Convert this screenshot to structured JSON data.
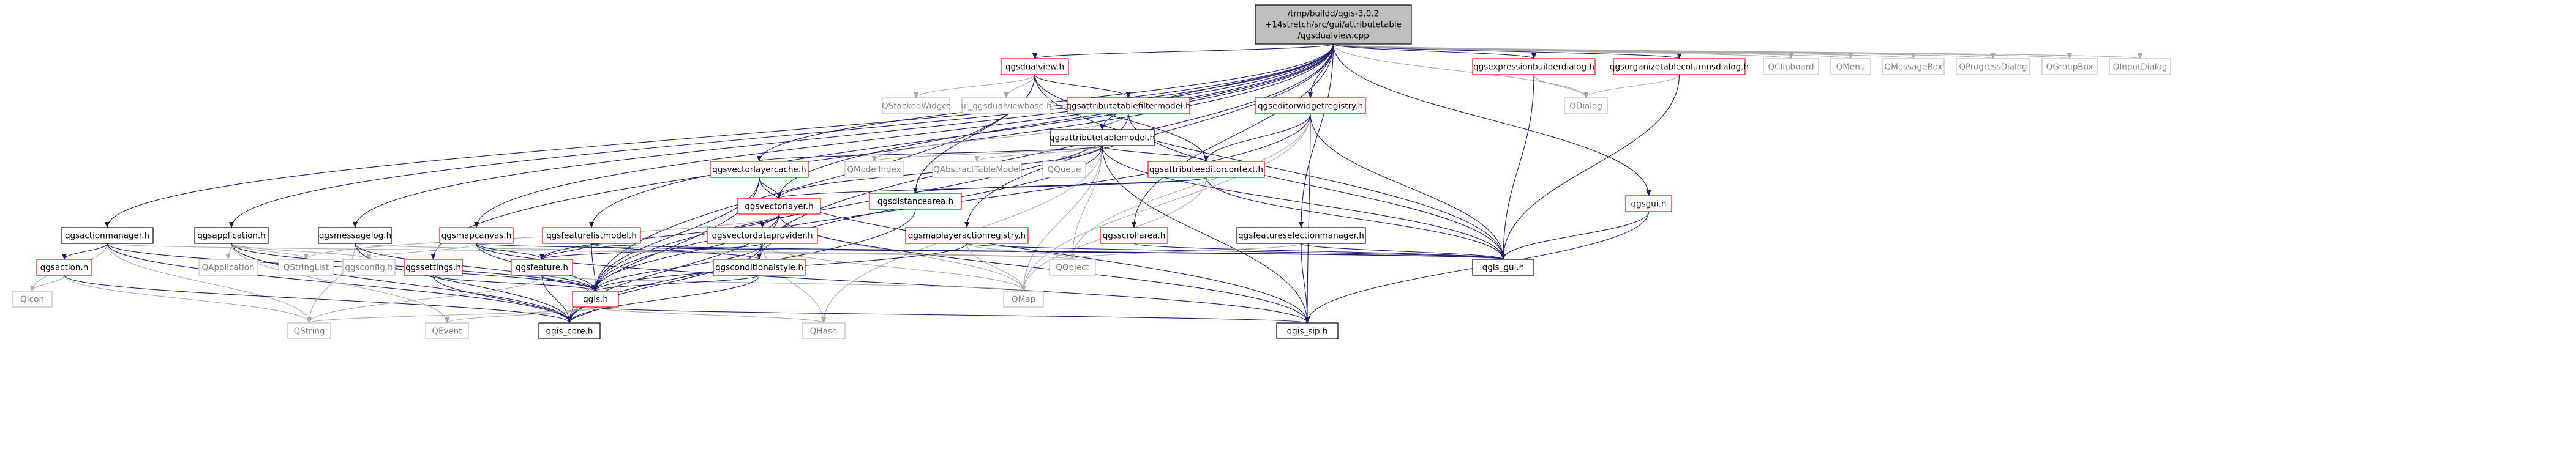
{
  "colors": {
    "edge_blue": "#191970",
    "edge_gray": "#a9a9a9",
    "edge_red": "#8b1a1a",
    "root_fill": "#bfbfbf",
    "border_black": "#000000",
    "border_red": "#ff0000",
    "border_gray": "#bfbfbf",
    "text_black": "#000000",
    "text_gray": "#808080"
  },
  "nodes": [
    {
      "id": "root",
      "lines": [
        "/tmp/buildd/qgis-3.0.2",
        "+14stretch/src/gui/attributetable",
        "/qgsdualview.cpp"
      ],
      "style": "root"
    },
    {
      "id": "qgsdualview_h",
      "lines": [
        "qgsdualview.h"
      ],
      "style": "red"
    },
    {
      "id": "qgsexpressionbuilderdialog_h",
      "lines": [
        "qgsexpressionbuilderdialog.h"
      ],
      "style": "red"
    },
    {
      "id": "qgsorganizetablecolumnsdialog_h",
      "lines": [
        "qgsorganizetablecolumnsdialog.h"
      ],
      "style": "red"
    },
    {
      "id": "QClipboard",
      "lines": [
        "QClipboard"
      ],
      "style": "gray"
    },
    {
      "id": "QMenu",
      "lines": [
        "QMenu"
      ],
      "style": "gray"
    },
    {
      "id": "QMessageBox",
      "lines": [
        "QMessageBox"
      ],
      "style": "gray"
    },
    {
      "id": "QProgressDialog",
      "lines": [
        "QProgressDialog"
      ],
      "style": "gray"
    },
    {
      "id": "QGroupBox",
      "lines": [
        "QGroupBox"
      ],
      "style": "gray"
    },
    {
      "id": "QInputDialog",
      "lines": [
        "QInputDialog"
      ],
      "style": "gray"
    },
    {
      "id": "QStackedWidget",
      "lines": [
        "QStackedWidget"
      ],
      "style": "gray"
    },
    {
      "id": "ui_qgsdualviewbase_h",
      "lines": [
        "ui_qgsdualviewbase.h"
      ],
      "style": "gray"
    },
    {
      "id": "qgsattributetablefiltermodel_h",
      "lines": [
        "qgsattributetablefiltermodel.h"
      ],
      "style": "red"
    },
    {
      "id": "QDialog",
      "lines": [
        "QDialog"
      ],
      "style": "gray"
    },
    {
      "id": "qgseditorwidgetregistry_h",
      "lines": [
        "qgseditorwidgetregistry.h"
      ],
      "style": "red"
    },
    {
      "id": "qgsgui_h",
      "lines": [
        "qgsgui.h"
      ],
      "style": "red"
    },
    {
      "id": "qgsattributetablemodel_h",
      "lines": [
        "qgsattributetablemodel.h"
      ],
      "style": "black"
    },
    {
      "id": "qgsvectorlayercache_h",
      "lines": [
        "qgsvectorlayercache.h"
      ],
      "style": "red"
    },
    {
      "id": "QModelIndex",
      "lines": [
        "QModelIndex"
      ],
      "style": "gray"
    },
    {
      "id": "QAbstractTableModel",
      "lines": [
        "QAbstractTableModel"
      ],
      "style": "gray"
    },
    {
      "id": "QQueue",
      "lines": [
        "QQueue"
      ],
      "style": "gray"
    },
    {
      "id": "qgsattributeeditorcontext_h",
      "lines": [
        "qgsattributeeditorcontext.h"
      ],
      "style": "red"
    },
    {
      "id": "qgsdistancearea_h",
      "lines": [
        "qgsdistancearea.h"
      ],
      "style": "red"
    },
    {
      "id": "qgsvectorlayer_h",
      "lines": [
        "qgsvectorlayer.h"
      ],
      "style": "red"
    },
    {
      "id": "qgsactionmanager_h",
      "lines": [
        "qgsactionmanager.h"
      ],
      "style": "black"
    },
    {
      "id": "qgsapplication_h",
      "lines": [
        "qgsapplication.h"
      ],
      "style": "black"
    },
    {
      "id": "qgsmessagelog_h",
      "lines": [
        "qgsmessagelog.h"
      ],
      "style": "black"
    },
    {
      "id": "qgsmapcanvas_h",
      "lines": [
        "qgsmapcanvas.h"
      ],
      "style": "red"
    },
    {
      "id": "qgsfeaturelistmodel_h",
      "lines": [
        "qgsfeaturelistmodel.h"
      ],
      "style": "red"
    },
    {
      "id": "qgsvectordataprovider_h",
      "lines": [
        "qgsvectordataprovider.h"
      ],
      "style": "red"
    },
    {
      "id": "qgsmaplayeractionregistry_h",
      "lines": [
        "qgsmaplayeractionregistry.h"
      ],
      "style": "red"
    },
    {
      "id": "qgsscrollarea_h",
      "lines": [
        "qgsscrollarea.h"
      ],
      "style": "red"
    },
    {
      "id": "qgsfeatureselectionmanager_h",
      "lines": [
        "qgsfeatureselectionmanager.h"
      ],
      "style": "black"
    },
    {
      "id": "qgsaction_h",
      "lines": [
        "qgsaction.h"
      ],
      "style": "red"
    },
    {
      "id": "QApplication",
      "lines": [
        "QApplication"
      ],
      "style": "gray"
    },
    {
      "id": "QStringList",
      "lines": [
        "QStringList"
      ],
      "style": "gray"
    },
    {
      "id": "qgsconfig_h",
      "lines": [
        "qgsconfig.h"
      ],
      "style": "gray"
    },
    {
      "id": "qgssettings_h",
      "lines": [
        "qgssettings.h"
      ],
      "style": "red"
    },
    {
      "id": "qgsfeature_h",
      "lines": [
        "qgsfeature.h"
      ],
      "style": "red"
    },
    {
      "id": "qgsconditionalstyle_h",
      "lines": [
        "qgsconditionalstyle.h"
      ],
      "style": "red"
    },
    {
      "id": "QObject",
      "lines": [
        "QObject"
      ],
      "style": "gray"
    },
    {
      "id": "qgis_gui_h",
      "lines": [
        "qgis_gui.h"
      ],
      "style": "black"
    },
    {
      "id": "QIcon",
      "lines": [
        "QIcon"
      ],
      "style": "gray"
    },
    {
      "id": "qgis_h",
      "lines": [
        "qgis.h"
      ],
      "style": "red"
    },
    {
      "id": "QMap",
      "lines": [
        "QMap"
      ],
      "style": "gray"
    },
    {
      "id": "QString",
      "lines": [
        "QString"
      ],
      "style": "gray"
    },
    {
      "id": "QEvent",
      "lines": [
        "QEvent"
      ],
      "style": "gray"
    },
    {
      "id": "qgis_core_h",
      "lines": [
        "qgis_core.h"
      ],
      "style": "black"
    },
    {
      "id": "QHash",
      "lines": [
        "QHash"
      ],
      "style": "gray"
    },
    {
      "id": "qgis_sip_h",
      "lines": [
        "qgis_sip.h"
      ],
      "style": "black"
    }
  ],
  "edges": [
    [
      "root",
      "qgsdualview_h"
    ],
    [
      "root",
      "qgsexpressionbuilderdialog_h"
    ],
    [
      "root",
      "qgsorganizetablecolumnsdialog_h"
    ],
    [
      "root",
      "QClipboard"
    ],
    [
      "root",
      "QMenu"
    ],
    [
      "root",
      "QMessageBox"
    ],
    [
      "root",
      "QProgressDialog"
    ],
    [
      "root",
      "QGroupBox"
    ],
    [
      "root",
      "QInputDialog"
    ],
    [
      "root",
      "qgsattributetablemodel_h"
    ],
    [
      "root",
      "qgseditorwidgetregistry_h"
    ],
    [
      "root",
      "qgsgui_h"
    ],
    [
      "root",
      "QDialog"
    ],
    [
      "root",
      "qgsvectorlayercache_h"
    ],
    [
      "root",
      "qgsvectorlayer_h"
    ],
    [
      "root",
      "qgsactionmanager_h"
    ],
    [
      "root",
      "qgsapplication_h"
    ],
    [
      "root",
      "qgsmessagelog_h"
    ],
    [
      "root",
      "qgsmapcanvas_h"
    ],
    [
      "root",
      "qgsfeaturelistmodel_h"
    ],
    [
      "root",
      "qgsmaplayeractionregistry_h"
    ],
    [
      "root",
      "qgsscrollarea_h"
    ],
    [
      "root",
      "qgsfeatureselectionmanager_h"
    ],
    [
      "root",
      "qgssettings_h"
    ],
    [
      "root",
      "qgsconditionalstyle_h"
    ],
    [
      "qgsdualview_h",
      "QStackedWidget"
    ],
    [
      "qgsdualview_h",
      "ui_qgsdualviewbase_h"
    ],
    [
      "qgsdualview_h",
      "qgsattributetablefiltermodel_h"
    ],
    [
      "qgsdualview_h",
      "qgsattributeeditorcontext_h"
    ],
    [
      "qgsdualview_h",
      "qgsdistancearea_h"
    ],
    [
      "qgsdualview_h",
      "qgis_gui_h"
    ],
    [
      "qgsdualview_h",
      "qgis_h"
    ],
    [
      "qgsattributetablefiltermodel_h",
      "qgsattributetablemodel_h"
    ],
    [
      "qgsattributetablefiltermodel_h",
      "QModelIndex"
    ],
    [
      "qgsattributetablefiltermodel_h",
      "qgis_gui_h"
    ],
    [
      "qgsattributetablefiltermodel_h",
      "qgis_h"
    ],
    [
      "qgsattributetablemodel_h",
      "QModelIndex"
    ],
    [
      "qgsattributetablemodel_h",
      "QAbstractTableModel"
    ],
    [
      "qgsattributetablemodel_h",
      "QQueue"
    ],
    [
      "qgsattributetablemodel_h",
      "qgsvectorlayercache_h"
    ],
    [
      "qgsattributetablemodel_h",
      "qgsattributeeditorcontext_h"
    ],
    [
      "qgsattributetablemodel_h",
      "qgsvectorlayer_h"
    ],
    [
      "qgsattributetablemodel_h",
      "qgsconditionalstyle_h"
    ],
    [
      "qgsattributetablemodel_h",
      "QObject"
    ],
    [
      "qgsattributetablemodel_h",
      "qgis_gui_h"
    ],
    [
      "qgsattributetablemodel_h",
      "QMap"
    ],
    [
      "qgsattributetablemodel_h",
      "QHash"
    ],
    [
      "qgsattributetablemodel_h",
      "qgis_sip_h"
    ],
    [
      "qgsvectorlayercache_h",
      "qgsvectorlayer_h"
    ],
    [
      "qgsvectorlayercache_h",
      "qgis_core_h"
    ],
    [
      "qgsvectorlayercache_h",
      "qgis_h"
    ],
    [
      "qgsvectorlayercache_h",
      "qgis_sip_h"
    ],
    [
      "qgsattributeeditorcontext_h",
      "qgsdistancearea_h"
    ],
    [
      "qgsattributeeditorcontext_h",
      "qgsvectorlayer_h"
    ],
    [
      "qgsattributeeditorcontext_h",
      "qgis_gui_h"
    ],
    [
      "qgsattributeeditorcontext_h",
      "QMap"
    ],
    [
      "qgsdistancearea_h",
      "qgis_core_h"
    ],
    [
      "qgsvectorlayer_h",
      "qgsfeature_h"
    ],
    [
      "qgsvectorlayer_h",
      "qgsvectordataprovider_h"
    ],
    [
      "qgsvectorlayer_h",
      "QMap"
    ],
    [
      "qgsvectorlayer_h",
      "QStringList"
    ],
    [
      "qgsvectorlayer_h",
      "qgis_core_h"
    ],
    [
      "qgsvectorlayer_h",
      "qgis_h"
    ],
    [
      "qgsvectorlayer_h",
      "qgis_sip_h"
    ],
    [
      "qgsvectordataprovider_h",
      "qgsfeature_h"
    ],
    [
      "qgsvectordataprovider_h",
      "QHash"
    ],
    [
      "qgsvectordataprovider_h",
      "QMap"
    ],
    [
      "qgsvectordataprovider_h",
      "qgis_core_h"
    ],
    [
      "qgsvectordataprovider_h",
      "qgis_h"
    ],
    [
      "qgseditorwidgetregistry_h",
      "qgsattributeeditorcontext_h"
    ],
    [
      "qgseditorwidgetregistry_h",
      "QObject"
    ],
    [
      "qgseditorwidgetregistry_h",
      "qgis_gui_h"
    ],
    [
      "qgseditorwidgetregistry_h",
      "QMap"
    ],
    [
      "qgseditorwidgetregistry_h",
      "qgis_sip_h"
    ],
    [
      "qgseditorwidgetregistry_h",
      "qgis_h"
    ],
    [
      "qgsexpressionbuilderdialog_h",
      "QDialog"
    ],
    [
      "qgsexpressionbuilderdialog_h",
      "qgis_gui_h"
    ],
    [
      "qgsorganizetablecolumnsdialog_h",
      "QDialog"
    ],
    [
      "qgsorganizetablecolumnsdialog_h",
      "qgis_gui_h"
    ],
    [
      "qgsgui_h",
      "qgis_gui_h"
    ],
    [
      "qgsgui_h",
      "qgis_sip_h"
    ],
    [
      "qgsactionmanager_h",
      "qgsaction_h"
    ],
    [
      "qgsactionmanager_h",
      "QIcon"
    ],
    [
      "qgsactionmanager_h",
      "QString"
    ],
    [
      "qgsactionmanager_h",
      "QObject"
    ],
    [
      "qgsactionmanager_h",
      "qgis_core_h"
    ],
    [
      "qgsactionmanager_h",
      "qgis_h"
    ],
    [
      "qgsaction_h",
      "QIcon"
    ],
    [
      "qgsaction_h",
      "QString"
    ],
    [
      "qgsaction_h",
      "qgis_core_h"
    ],
    [
      "qgsapplication_h",
      "QApplication"
    ],
    [
      "qgsapplication_h",
      "QStringList"
    ],
    [
      "qgsapplication_h",
      "qgsconfig_h"
    ],
    [
      "qgsapplication_h",
      "qgis_core_h"
    ],
    [
      "qgsapplication_h",
      "QEvent"
    ],
    [
      "qgsapplication_h",
      "qgis_h"
    ],
    [
      "qgsmessagelog_h",
      "QString"
    ],
    [
      "qgsmessagelog_h",
      "QObject"
    ],
    [
      "qgsmessagelog_h",
      "qgis_core_h"
    ],
    [
      "qgsmessagelog_h",
      "qgis_h"
    ],
    [
      "qgsmapcanvas_h",
      "qgsconfig_h"
    ],
    [
      "qgsmapcanvas_h",
      "qgsfeature_h"
    ],
    [
      "qgsmapcanvas_h",
      "qgis_gui_h"
    ],
    [
      "qgsmapcanvas_h",
      "qgis_h"
    ],
    [
      "qgsmapcanvas_h",
      "qgis_sip_h"
    ],
    [
      "qgsfeaturelistmodel_h",
      "qgsfeature_h"
    ],
    [
      "qgsfeaturelistmodel_h",
      "qgsconditionalstyle_h"
    ],
    [
      "qgsfeaturelistmodel_h",
      "qgis_gui_h"
    ],
    [
      "qgsfeaturelistmodel_h",
      "qgis_h"
    ],
    [
      "qgsmaplayeractionregistry_h",
      "QObject"
    ],
    [
      "qgsmaplayeractionregistry_h",
      "QMap"
    ],
    [
      "qgsmaplayeractionregistry_h",
      "qgis_gui_h"
    ],
    [
      "qgsmaplayeractionregistry_h",
      "qgis_h"
    ],
    [
      "qgsscrollarea_h",
      "qgis_gui_h"
    ],
    [
      "qgsfeatureselectionmanager_h",
      "QObject"
    ],
    [
      "qgsfeatureselectionmanager_h",
      "qgis_gui_h"
    ],
    [
      "qgsfeatureselectionmanager_h",
      "qgis_sip_h"
    ],
    [
      "qgssettings_h",
      "qgis_core_h"
    ],
    [
      "qgssettings_h",
      "qgis_h"
    ],
    [
      "qgsfeature_h",
      "qgis_h"
    ],
    [
      "qgsfeature_h",
      "QString"
    ],
    [
      "qgsfeature_h",
      "qgis_core_h"
    ],
    [
      "qgsfeature_h",
      "QMap"
    ],
    [
      "qgsconditionalstyle_h",
      "qgis_core_h"
    ],
    [
      "qgsconditionalstyle_h",
      "qgis_h"
    ],
    [
      "qgis_h",
      "QString"
    ],
    [
      "qgis_h",
      "QEvent"
    ],
    [
      "qgis_h",
      "qgis_core_h"
    ],
    [
      "qgis_h",
      "QHash"
    ],
    [
      "qgis_h",
      "qgis_sip_h"
    ]
  ]
}
